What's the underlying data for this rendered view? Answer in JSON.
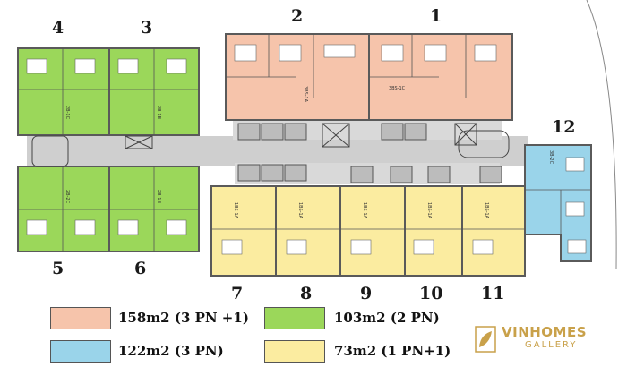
{
  "colors": {
    "type_158": "#f6c4ab",
    "type_103": "#9bd75a",
    "type_122": "#9ad4ea",
    "type_73": "#fbeca0",
    "corridor": "#cfcfcf",
    "wall": "#5a5a5a",
    "brand": "#c9a14a"
  },
  "units": [
    {
      "number": "1",
      "type": "158"
    },
    {
      "number": "2",
      "type": "158"
    },
    {
      "number": "3",
      "type": "103"
    },
    {
      "number": "4",
      "type": "103"
    },
    {
      "number": "5",
      "type": "103"
    },
    {
      "number": "6",
      "type": "103"
    },
    {
      "number": "7",
      "type": "73"
    },
    {
      "number": "8",
      "type": "73"
    },
    {
      "number": "9",
      "type": "73"
    },
    {
      "number": "10",
      "type": "73"
    },
    {
      "number": "11",
      "type": "73"
    },
    {
      "number": "12",
      "type": "122"
    }
  ],
  "legend": [
    {
      "type": "158",
      "text": "158m2 (3 PN +1)"
    },
    {
      "type": "103",
      "text": "103m2 (2 PN)"
    },
    {
      "type": "122",
      "text": "122m2 (3 PN)"
    },
    {
      "type": "73",
      "text": "73m2 (1 PN+1)"
    }
  ],
  "room_labels": {
    "u1": "3BS-1C",
    "u2": "3BS-1A",
    "u3": "2B-1B",
    "u4": "2B-1C",
    "u5": "2B-2C",
    "u6": "2B-1B",
    "u7": "1BS-1A",
    "u8": "1BS-1A",
    "u9": "1BS-1A",
    "u10": "1BS-1A",
    "u11": "1BS-1A",
    "u12": "3B-2C"
  },
  "brand": {
    "name": "VINHOMES",
    "sub": "GALLERY",
    "icon": "leaf-logo-icon"
  }
}
